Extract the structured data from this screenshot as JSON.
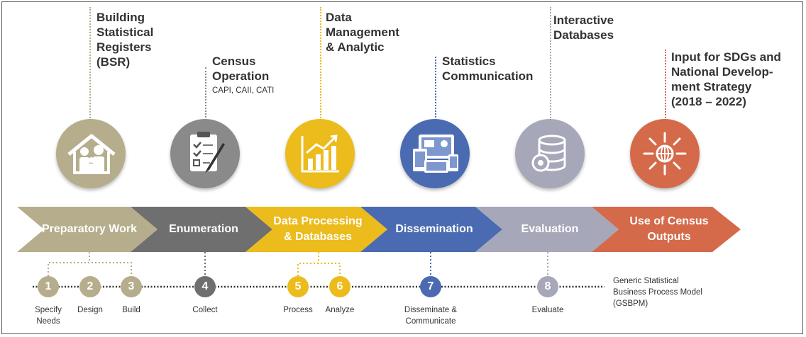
{
  "colors": {
    "olive": "#b5ad8b",
    "gray": "#8a8a8a",
    "yellow": "#ecbb1c",
    "blue": "#4a6bb1",
    "lavender": "#a6a7b8",
    "orange": "#d46a4a",
    "dark_gray": "#6f6f6f"
  },
  "top_labels": {
    "bsr": "Building\nStatistical\nRegisters\n(BSR)",
    "census_operation": "Census\nOperation",
    "census_methods": "CAPI, CAII, CATI",
    "data_management": "Data\nManagement\n& Analytic",
    "statistics_communication": "Statistics\nCommunication",
    "interactive_databases": "Interactive\nDatabases",
    "sdgs": "Input for SDGs and\nNational Develop-\nment Strategy\n(2018 – 2022)"
  },
  "stages": [
    {
      "label": "Preparatory Work",
      "icon": "family-house-icon"
    },
    {
      "label": "Enumeration",
      "icon": "clipboard-checklist-icon"
    },
    {
      "label": "Data Processing\n& Databases",
      "icon": "bar-chart-growth-icon"
    },
    {
      "label": "Dissemination",
      "icon": "devices-icon"
    },
    {
      "label": "Evaluation",
      "icon": "database-gear-icon"
    },
    {
      "label": "Use of Census\nOutputs",
      "icon": "globe-burst-icon"
    }
  ],
  "steps": [
    {
      "num": "1",
      "label": "Specify\nNeeds"
    },
    {
      "num": "2",
      "label": "Design"
    },
    {
      "num": "3",
      "label": "Build"
    },
    {
      "num": "4",
      "label": "Collect"
    },
    {
      "num": "5",
      "label": "Process"
    },
    {
      "num": "6",
      "label": "Analyze"
    },
    {
      "num": "7",
      "label": "Disseminate &\nCommunicate"
    },
    {
      "num": "8",
      "label": "Evaluate"
    }
  ],
  "gsbpm_label": "Generic Statistical\nBusiness Process Model\n(GSBPM)"
}
